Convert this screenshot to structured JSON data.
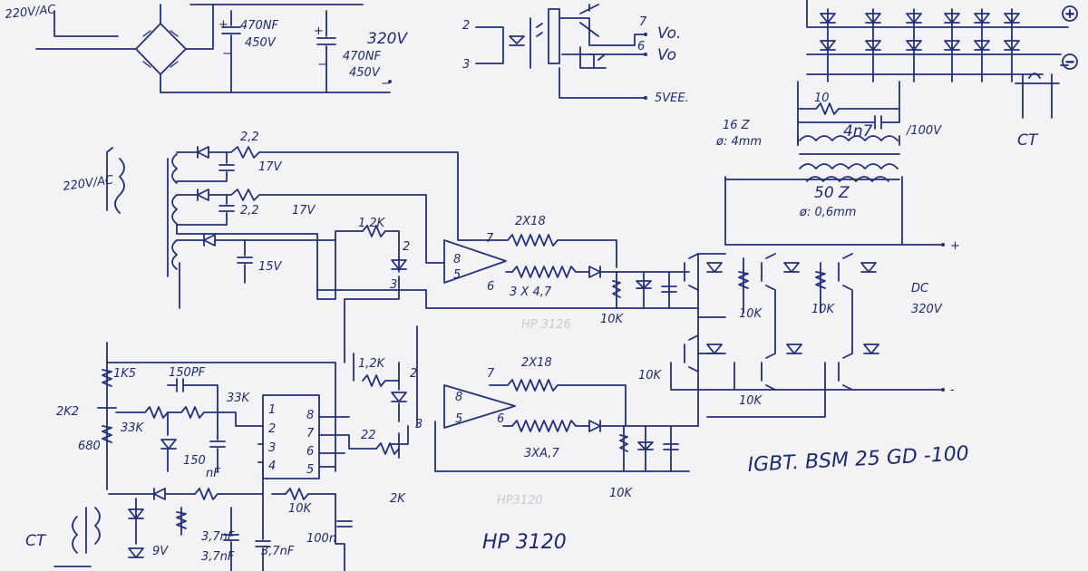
{
  "diagram": {
    "title": "",
    "colors": {
      "ink": "#23307a",
      "paper": "#f3f3f5"
    },
    "labels": {
      "mains_in_top": "220V/AC",
      "cap1_value": "470NF",
      "cap1_voltage": "450V",
      "bus_voltage": "320V",
      "cap2_value": "470NF",
      "cap2_voltage": "450V",
      "opto_pin2": "2",
      "opto_pin3": "3",
      "opto_pin7": "7",
      "opto_pin6": "6",
      "vo_plus": "Vo.",
      "vo_minus": "Vo",
      "vee": "5VEE.",
      "mains_in_left": "220V/AC",
      "r_22_a": "2,2",
      "v17_a": "17V",
      "r_22_b": "2,2",
      "v17_b": "17V",
      "v15": "15V",
      "r_12k_top": "1,2K",
      "r_12k_mid": "1,2K",
      "r_2x18_top": "2X18",
      "r_3x47_top": "3 X 4,7",
      "r_2x18_bot": "2X18",
      "r_3x47_bot": "3XA,7",
      "r_10k_1": "10K",
      "r_10k_2": "10K",
      "r_10k_3": "10K",
      "r_10k_4": "10K",
      "r_10k_5": "10K",
      "r_10k_6": "10K",
      "r_10k_7": "10K",
      "r_1k5": "1K5",
      "r_2k2": "2K2",
      "r_680": "680",
      "r_33k_a": "33K",
      "r_33k_b": "33K",
      "c_150pf": "150PF",
      "c_150nf": "150",
      "c_150nf_unit": "nF",
      "r_22": "22",
      "r_2k": "2K",
      "c_100n": "100n",
      "c_37a": "3,7nF",
      "c_37b": "3,7nF",
      "c_37c": "3,7nF",
      "v9": "9V",
      "ct_left": "CT",
      "ct_right": "CT",
      "ic_hp3120": "HP 3120",
      "ic_hp3120_ghost": "HP3120",
      "ic_hp3126_ghost": "HP 3126",
      "igbt": "IGBT. BSM 25 GD -100",
      "dc_label": "DC",
      "dc_voltage": "320V",
      "turns_16": "16 Z",
      "wire_4mm": "ø: 4mm",
      "turns_50": "50 Z",
      "wire_06mm": "ø: 0,6mm",
      "snub_r": "10",
      "snub_c": "4n7",
      "snub_v": "/100V",
      "out_plus": "+",
      "out_minus": "−",
      "dc_plus": "+",
      "dc_minus": "-",
      "pin8_a": "8",
      "pin5_a": "5",
      "pin7_a": "7",
      "pin6_a": "6",
      "pin2_a": "2",
      "pin3_a": "3",
      "pin8_b": "8",
      "pin5_b": "5",
      "pin7_b": "7",
      "pin6_b": "6",
      "pin2_b": "2",
      "pin3_b": "3",
      "ic555_1": "1",
      "ic555_2": "2",
      "ic555_3": "3",
      "ic555_4": "4",
      "ic555_8": "8",
      "ic555_7": "7",
      "ic555_6": "6",
      "ic555_5": "5"
    }
  }
}
